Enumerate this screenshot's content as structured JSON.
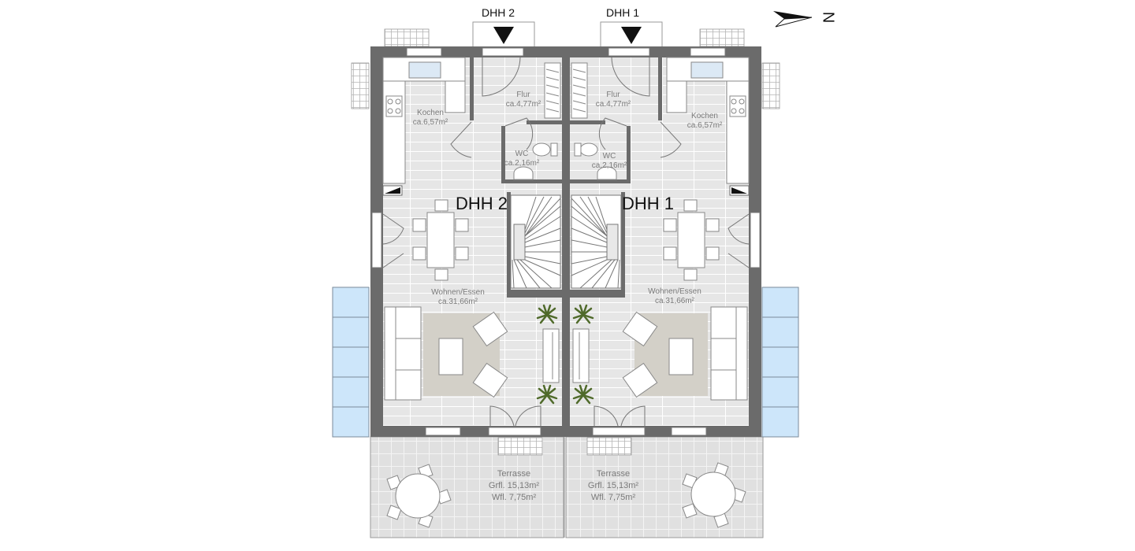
{
  "colors": {
    "wall": "#6b6b6b",
    "floor": "#e6e6e6",
    "terrace": "#e0e0e0",
    "rug": "#d3d0c8",
    "glass": "#cde6fa",
    "tile_line": "#ffffff",
    "furniture": "#ffffff",
    "stroke": "#888888",
    "plant": "#4f6a2a"
  },
  "compass": {
    "label": "N",
    "icon": "north-arrow-icon"
  },
  "units": {
    "dhh2": {
      "entrance_label": "DHH 2",
      "big_label": "DHH 2",
      "rooms": {
        "flur": {
          "name": "Flur",
          "area": "ca.4,77m²"
        },
        "kochen": {
          "name": "Kochen",
          "area": "ca.6,57m²"
        },
        "wc": {
          "name": "WC",
          "area": "ca.2,16m²"
        },
        "wohnen": {
          "name": "Wohnen/Essen",
          "area": "ca.31,66m²"
        },
        "terrasse": {
          "name": "Terrasse",
          "grfl": "Grfl. 15,13m²",
          "wfl": "Wfl. 7,75m²"
        }
      }
    },
    "dhh1": {
      "entrance_label": "DHH 1",
      "big_label": "DHH 1",
      "rooms": {
        "flur": {
          "name": "Flur",
          "area": "ca.4,77m²"
        },
        "kochen": {
          "name": "Kochen",
          "area": "ca.6,57m²"
        },
        "wc": {
          "name": "WC",
          "area": "ca.2,16m²"
        },
        "wohnen": {
          "name": "Wohnen/Essen",
          "area": "ca.31,66m²"
        },
        "terrasse": {
          "name": "Terrasse",
          "grfl": "Grfl. 15,13m²",
          "wfl": "Wfl. 7,75m²"
        }
      }
    }
  }
}
